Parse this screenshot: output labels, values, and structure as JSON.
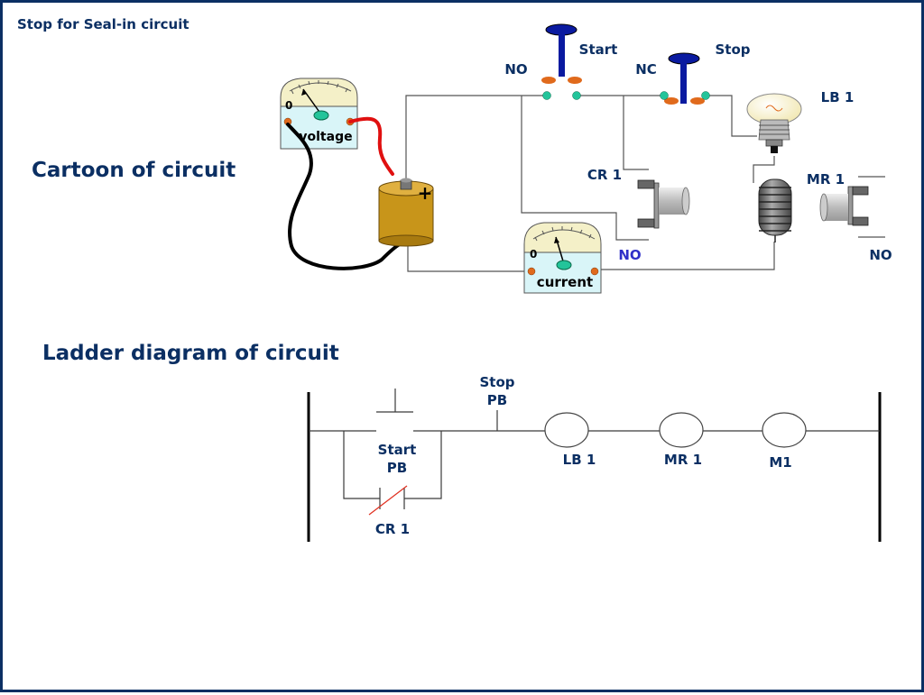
{
  "slide": {
    "title": "Stop for Seal-in circuit",
    "cartoon_heading": "Cartoon of circuit",
    "ladder_heading": "Ladder diagram of circuit"
  },
  "cartoon": {
    "voltmeter": {
      "zero": "0",
      "label": "voltage"
    },
    "ammeter": {
      "zero": "0",
      "label": "current"
    },
    "battery": {
      "plus": "+"
    },
    "start_button": {
      "label": "Start",
      "type": "NO"
    },
    "stop_button": {
      "label": "Stop",
      "type": "NC"
    },
    "lamp": {
      "label": "LB 1"
    },
    "relay_cr1": {
      "label": "CR 1",
      "contact": "NO"
    },
    "relay_mr1": {
      "label": "MR 1",
      "contact": "NO"
    }
  },
  "ladder": {
    "stop_pb": [
      "Stop",
      "PB"
    ],
    "start_pb": [
      "Start",
      "PB"
    ],
    "cr1": "CR 1",
    "lb1": "LB 1",
    "mr1": "MR 1",
    "m1": "M1"
  },
  "colors": {
    "text_navy": "#0b2f63",
    "no_label_blue": "#2f2fc8",
    "battery_gold": "#c8951a",
    "meter_face": "#f4f0c8",
    "meter_body": "#d9f5f8",
    "button_cap": "#0a1aa0",
    "terminal_orange": "#e06a1c",
    "terminal_teal": "#23c49a"
  }
}
